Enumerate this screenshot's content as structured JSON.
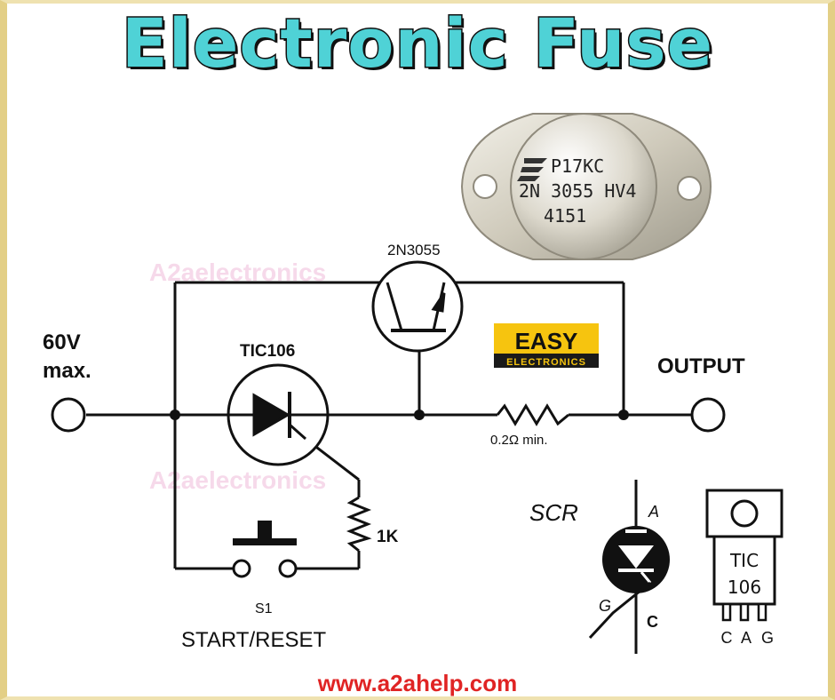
{
  "title": "Electronic Fuse",
  "footer_url": "www.a2ahelp.com",
  "watermark": "A2aelectronics",
  "transistor_photo": {
    "line1": "P17KC",
    "line2": "2N 3055 HV4",
    "line3": "4151"
  },
  "logo": {
    "top": "EASY",
    "bottom": "ELECTRONICS"
  },
  "labels": {
    "input_voltage_1": "60V",
    "input_voltage_2": "max.",
    "transistor": "2N3055",
    "thyristor": "TIC106",
    "output": "OUTPUT",
    "resistor_value": "0.2Ω  min.",
    "resistor_1k": "1K",
    "switch_id": "S1",
    "switch_name": "START/RESET"
  },
  "scr_symbol": {
    "title": "SCR",
    "anode": "A",
    "cathode": "C",
    "gate": "G"
  },
  "package": {
    "line1": "TIC",
    "line2": "106",
    "pin_c": "C",
    "pin_a": "A",
    "pin_g": "G"
  },
  "colors": {
    "title_fill": "#4fd2d6",
    "url_red": "#e02424",
    "logo_yellow": "#f6c40f",
    "frame_gold": "#e3cf86"
  }
}
